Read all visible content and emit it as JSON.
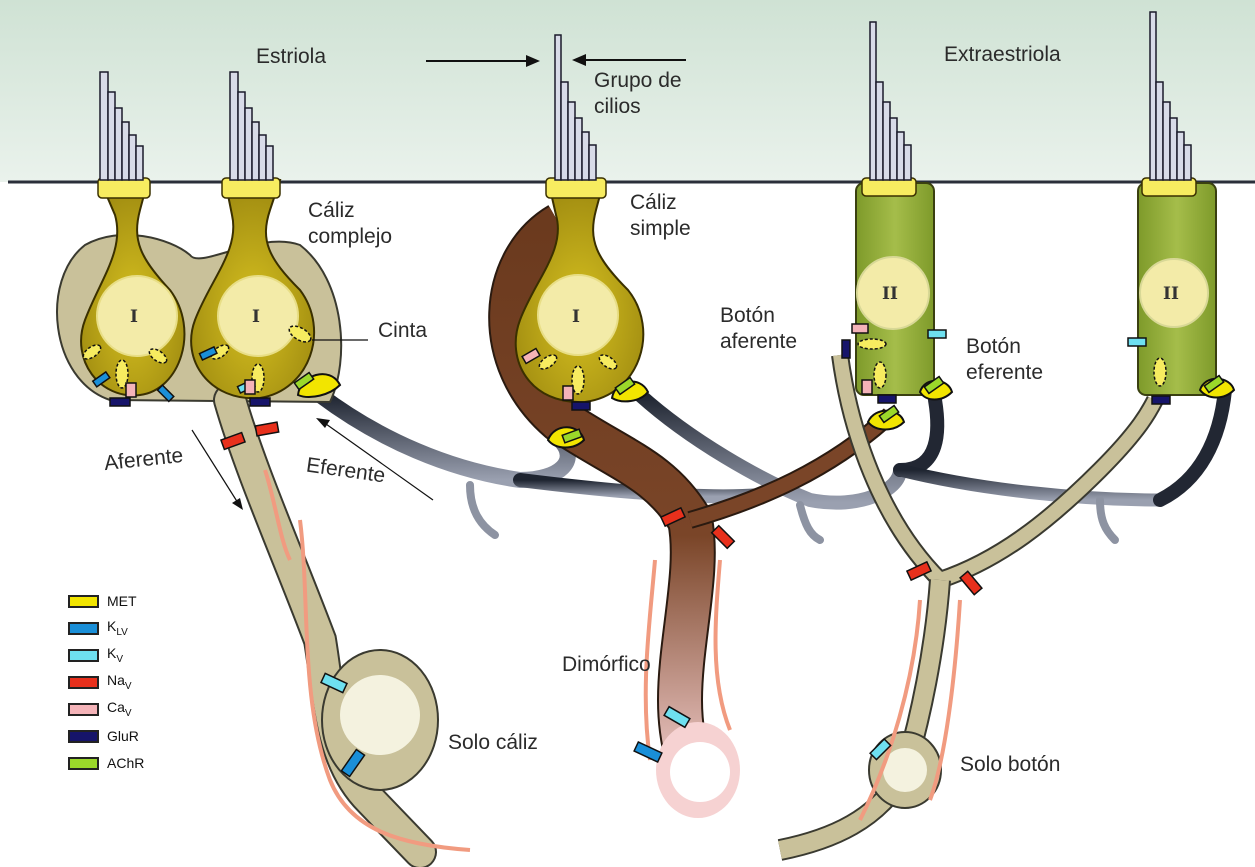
{
  "labels": {
    "estriola": "Estriola",
    "grupo_cilios": "Grupo de cilios",
    "extraestriola": "Extraestriola",
    "caliz_complejo": "Cáliz complejo",
    "caliz_simple": "Cáliz simple",
    "cinta": "Cinta",
    "boton_aferente": "Botón aferente",
    "boton_eferente": "Botón eferente",
    "aferente": "Aferente",
    "eferente": "Eferente",
    "dimorfico": "Dimórfico",
    "solo_caliz": "Solo cáliz",
    "solo_boton": "Solo botón"
  },
  "cell_types": {
    "type_one": "I",
    "type_two": "II"
  },
  "legend": [
    {
      "main": "MET",
      "sub": "",
      "color": "#f2e500"
    },
    {
      "main": "K",
      "sub": "LV",
      "color": "#1a8fd8"
    },
    {
      "main": "K",
      "sub": "V",
      "color": "#6ee0f0"
    },
    {
      "main": "Na",
      "sub": "V",
      "color": "#e8301c"
    },
    {
      "main": "Ca",
      "sub": "V",
      "color": "#f4b3b8"
    },
    {
      "main": "GluR",
      "sub": "",
      "color": "#16146a"
    },
    {
      "main": "AChR",
      "sub": "",
      "color": "#9bd82a"
    }
  ]
}
